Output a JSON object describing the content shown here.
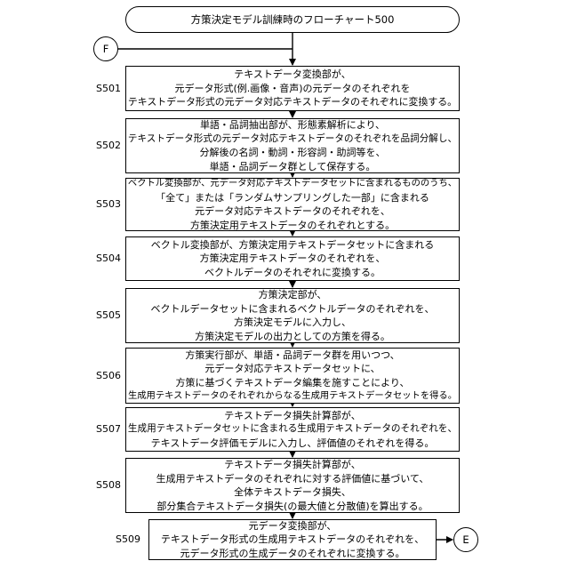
{
  "title": "方策決定モデル訓練時のフローチャート500",
  "start_connector": "F",
  "end_connector": "E",
  "steps": [
    {
      "label": "S501",
      "lines": [
        "テキストデータ変換部が、",
        "元データ形式(例.画像・音声)の元データのそれぞれを",
        "テキストデータ形式の元データ対応テキストデータのそれぞれに変換する。"
      ]
    },
    {
      "label": "S502",
      "lines": [
        "単語・品詞抽出部が、形態素解析により、",
        "テキストデータ形式の元データ対応テキストデータのそれぞれを品詞分解し、",
        "分解後の名詞・動詞・形容詞・助詞等を、",
        "単語・品詞データ群として保存する。"
      ]
    },
    {
      "label": "S503",
      "lines": [
        "ベクトル変換部が、元データ対応テキストデータセットに含まれるもののうち、",
        "「全て」または「ランダムサンプリングした一部」に含まれる",
        "元データ対応テキストデータのそれぞれを、",
        "方策決定用テキストデータのそれぞれとする。"
      ]
    },
    {
      "label": "S504",
      "lines": [
        "ベクトル変換部が、方策決定用テキストデータセットに含まれる",
        "方策決定用テキストデータのそれぞれを、",
        "ベクトルデータのそれぞれに変換する。"
      ]
    },
    {
      "label": "S505",
      "lines": [
        "方策決定部が、",
        "ベクトルデータセットに含まれるベクトルデータのそれぞれを、",
        "方策決定モデルに入力し、",
        "方策決定モデルの出力としての方策を得る。"
      ]
    },
    {
      "label": "S506",
      "lines": [
        "方策実行部が、単語・品詞データ群を用いつつ、",
        "元データ対応テキストデータセットに、",
        "方策に基づくテキストデータ編集を施すことにより、",
        "生成用テキストデータのそれぞれからなる生成用テキストデータセットを得る。"
      ]
    },
    {
      "label": "S507",
      "lines": [
        "テキストデータ損失計算部が、",
        "生成用テキストデータセットに含まれる生成用テキストデータのそれぞれを、",
        "テキストデータ評価モデルに入力し、評価値のそれぞれを得る。"
      ]
    },
    {
      "label": "S508",
      "lines": [
        "テキストデータ損失計算部が、",
        "生成用テキストデータのそれぞれに対する評価値に基づいて、",
        "全体テキストデータ損失、",
        "部分集合テキストデータ損失(の最大値と分散値)を算出する。"
      ]
    },
    {
      "label": "S509",
      "lines": [
        "元データ変換部が、",
        "テキストデータ形式の生成用テキストデータのそれぞれを、",
        "元データ形式の生成データのそれぞれに変換する。"
      ]
    }
  ]
}
